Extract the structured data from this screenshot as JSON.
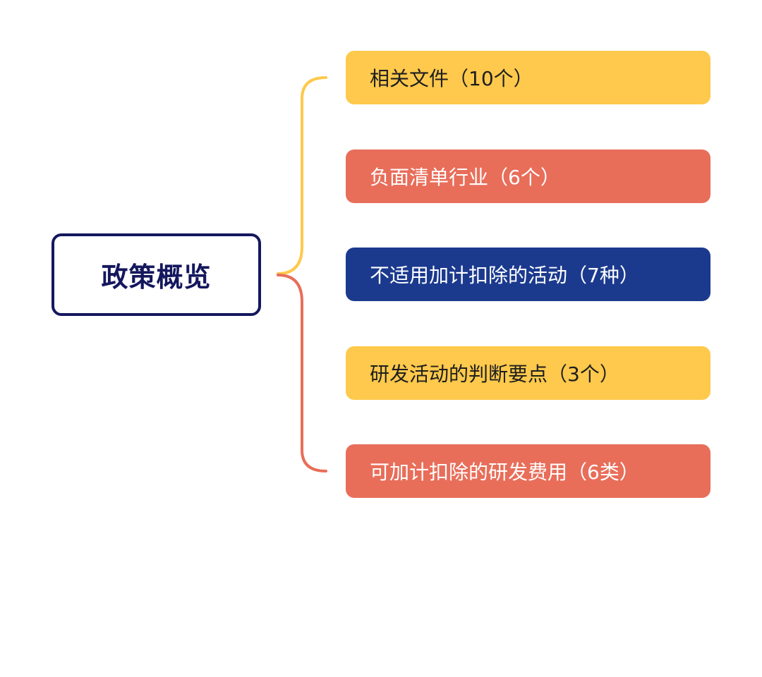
{
  "colors": {
    "yellow": "#fec94c",
    "coral": "#e86e5a",
    "navy": "#1b3a8e",
    "root_border": "#15175e",
    "root_text": "#15175e",
    "dark_text": "#1e1e1e",
    "light_text": "#ffffff"
  },
  "root": {
    "label": "政策概览"
  },
  "branches": [
    {
      "label": "相关文件（10个）",
      "color": "yellow",
      "text": "dark"
    },
    {
      "label": "负面清单行业（6个）",
      "color": "coral",
      "text": "light"
    },
    {
      "label": "不适用加计扣除的活动（7种）",
      "color": "navy",
      "text": "light"
    },
    {
      "label": "研发活动的判断要点（3个）",
      "color": "yellow",
      "text": "dark"
    },
    {
      "label": "可加计扣除的研发费用（6类）",
      "color": "coral",
      "text": "light"
    }
  ]
}
